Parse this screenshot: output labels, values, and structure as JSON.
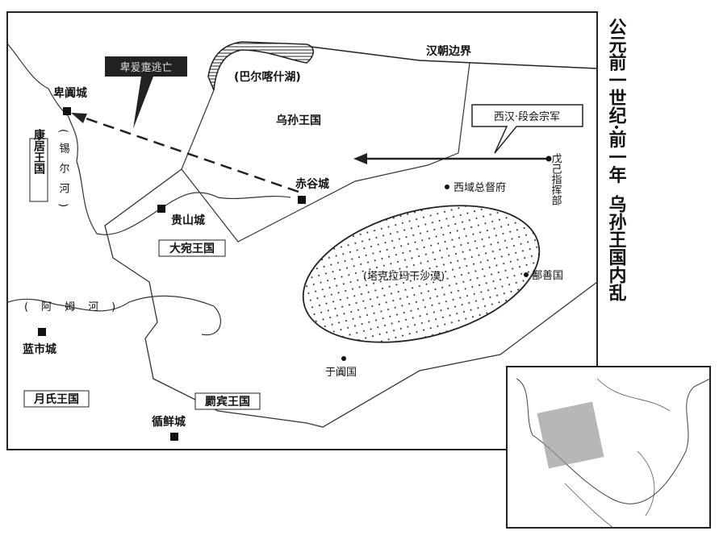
{
  "title": {
    "line1": "公元前一世纪·前一年",
    "line2": "乌孙王国内乱"
  },
  "callouts": {
    "flight": "卑爰疐逃亡",
    "army": "西汉·段会宗军"
  },
  "labels": {
    "han_border": "汉朝边界",
    "balkhash": "(巴尔喀什湖)",
    "wusun": "乌孙王国",
    "beitian": "卑阗城",
    "chigu": "赤谷城",
    "guishan": "贵山城",
    "dayuan": "大宛王国",
    "kangju": "康居王国",
    "syr_river": "(锡尔河)",
    "amu_river": "(阿姆河)",
    "lanshi": "蓝市城",
    "yuezhi": "月氏王国",
    "jibin": "罽宾王国",
    "xunxian": "循鲜城",
    "taklamakan": "(塔克拉玛干沙漠)",
    "protectorate": "西域总督府",
    "wuji": "戊己指挥部",
    "shanshan": "鄯善国",
    "yutian": "于阗国"
  }
}
